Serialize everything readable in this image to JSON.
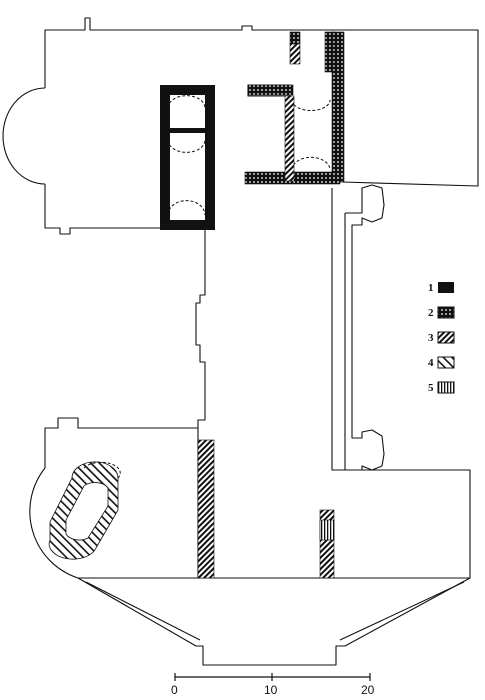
{
  "legend": {
    "items": [
      {
        "label": "1",
        "fill": "solid"
      },
      {
        "label": "2",
        "fill": "dotted"
      },
      {
        "label": "3",
        "fill": "hatch-dense"
      },
      {
        "label": "4",
        "fill": "hatch-sparse"
      },
      {
        "label": "5",
        "fill": "vertical-lines"
      }
    ]
  },
  "scale": {
    "ticks": [
      "0",
      "10",
      "20"
    ]
  },
  "colors": {
    "ink": "#111111",
    "paper": "#ffffff"
  }
}
